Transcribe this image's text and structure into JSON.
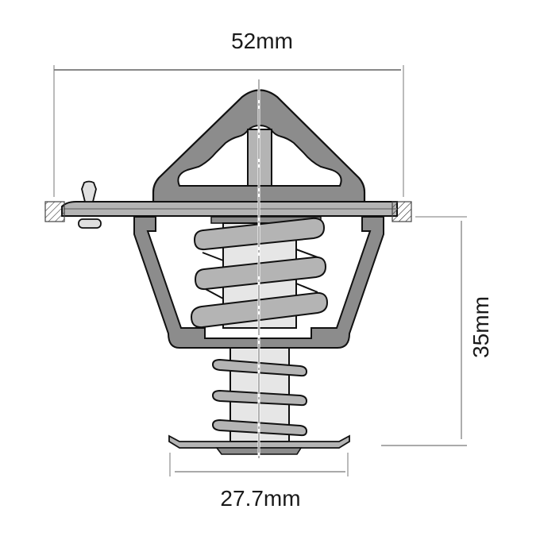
{
  "diagram": {
    "subject": "thermostat technical drawing",
    "dimensions": {
      "flange_diameter": {
        "label": "52mm"
      },
      "height": {
        "label": "35mm"
      },
      "base_diameter": {
        "label": "27.7mm"
      }
    },
    "parts": [
      {
        "name": "bridge-frame"
      },
      {
        "name": "flange"
      },
      {
        "name": "jiggle-valve"
      },
      {
        "name": "gasket-seal"
      },
      {
        "name": "main-spring"
      },
      {
        "name": "wax-pellet-body"
      },
      {
        "name": "return-spring"
      },
      {
        "name": "base-plate"
      },
      {
        "name": "center-axis-line"
      }
    ],
    "colors": {
      "dark_gray": "#8c8c8c",
      "mid_gray": "#b4b4b4",
      "light_gray": "#e6e6e6",
      "outline": "#111111",
      "dimension_line": "#555555"
    }
  }
}
